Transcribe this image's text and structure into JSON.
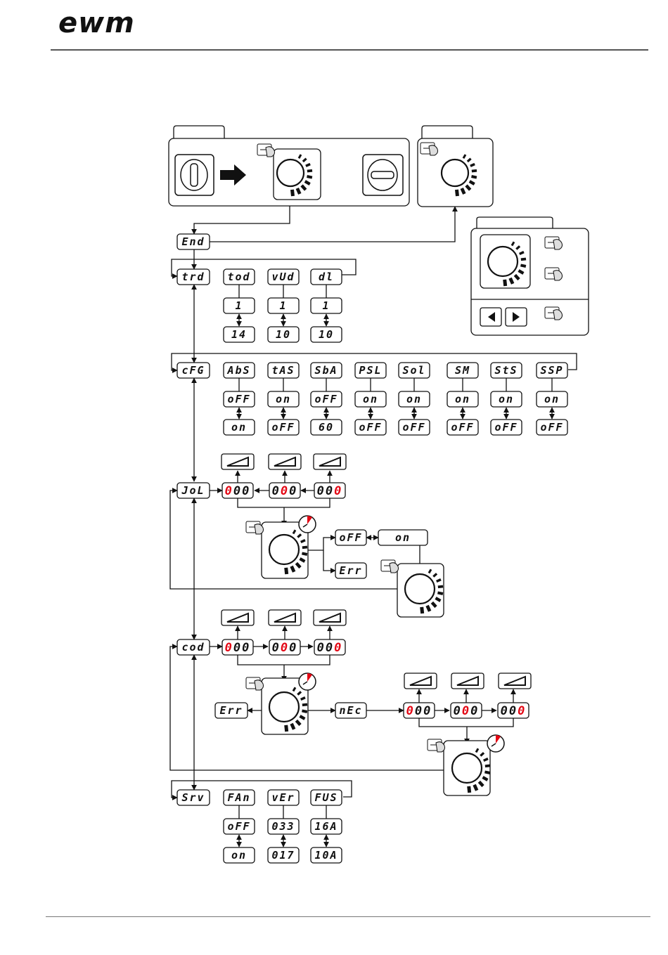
{
  "header": {
    "logo": "ewm"
  },
  "flow": {
    "end": "End",
    "row_trd": {
      "menu": "trd",
      "items": [
        {
          "label": "tod",
          "val1": "1",
          "val2": "14"
        },
        {
          "label": "vUd",
          "val1": "1",
          "val2": "10"
        },
        {
          "label": "dl",
          "val1": "1",
          "val2": "10"
        }
      ]
    },
    "row_cfg": {
      "menu": "cFG",
      "items": [
        {
          "label": "AbS",
          "val1": "oFF",
          "val2": "on"
        },
        {
          "label": "tAS",
          "val1": "on",
          "val2": "oFF"
        },
        {
          "label": "SbA",
          "val1": "oFF",
          "val2": "60"
        },
        {
          "label": "PSL",
          "val1": "on",
          "val2": "oFF"
        },
        {
          "label": "Sol",
          "val1": "on",
          "val2": "oFF"
        },
        {
          "label": "SM",
          "val1": "on",
          "val2": "oFF"
        },
        {
          "label": "StS",
          "val1": "on",
          "val2": "oFF"
        },
        {
          "label": "SSP",
          "val1": "on",
          "val2": "oFF"
        }
      ]
    },
    "row_jol": {
      "menu": "JoL",
      "digits": [
        {
          "d1": "0",
          "d2": "0",
          "d3": "0",
          "red": 1
        },
        {
          "d1": "0",
          "d2": "0",
          "d3": "0",
          "red": 2
        },
        {
          "d1": "0",
          "d2": "0",
          "d3": "0",
          "red": 3
        }
      ],
      "off": "oFF",
      "on": "on",
      "err": "Err"
    },
    "row_cod": {
      "menu": "cod",
      "digits": [
        {
          "d1": "0",
          "d2": "0",
          "d3": "0",
          "red": 1
        },
        {
          "d1": "0",
          "d2": "0",
          "d3": "0",
          "red": 2
        },
        {
          "d1": "0",
          "d2": "0",
          "d3": "0",
          "red": 3
        }
      ],
      "err": "Err",
      "nec": "nEc",
      "digits2": [
        {
          "d1": "0",
          "d2": "0",
          "d3": "0",
          "red": 1
        },
        {
          "d1": "0",
          "d2": "0",
          "d3": "0",
          "red": 2
        },
        {
          "d1": "0",
          "d2": "0",
          "d3": "0",
          "red": 3
        }
      ]
    },
    "row_srv": {
      "menu": "Srv",
      "items": [
        {
          "label": "FAn",
          "val1": "oFF",
          "val2": "on"
        },
        {
          "label": "vEr",
          "val1": "033",
          "val2": "017"
        },
        {
          "label": "FUS",
          "val1": "16A",
          "val2": "10A"
        }
      ]
    }
  }
}
